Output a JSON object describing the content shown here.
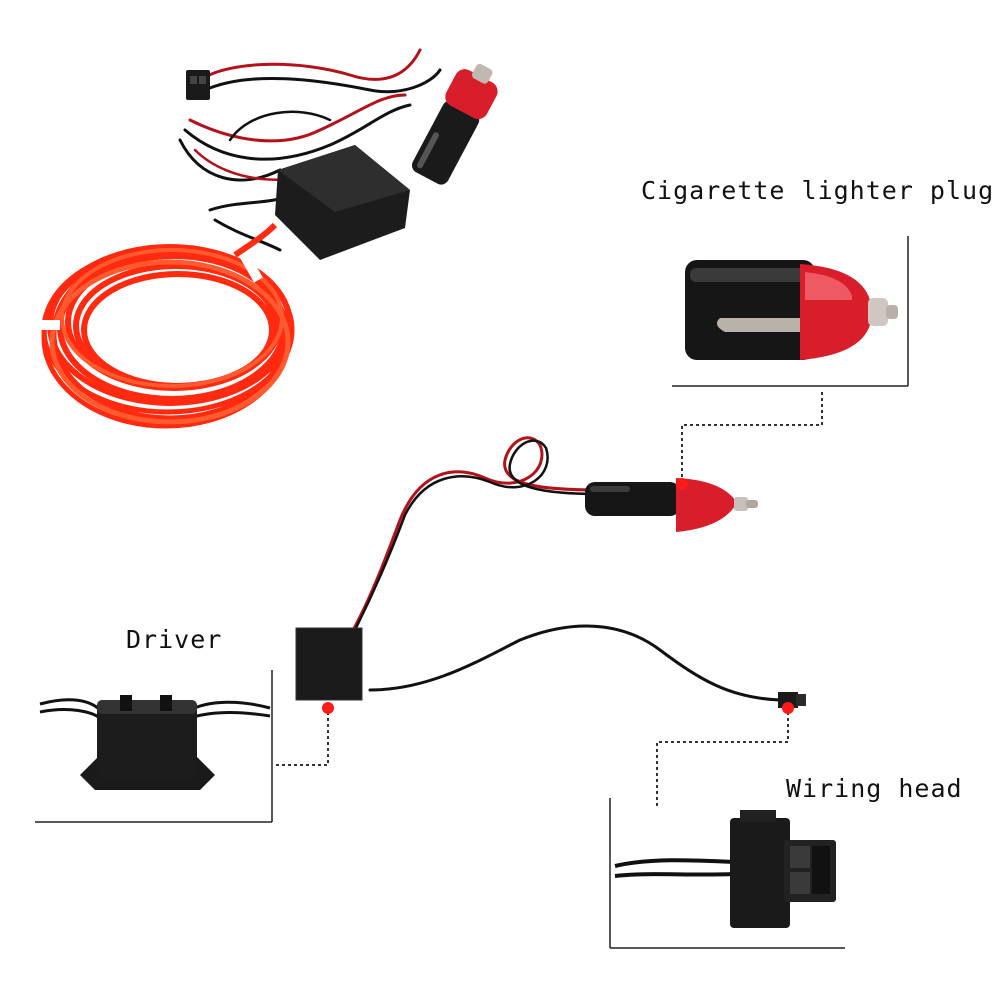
{
  "labels": {
    "cigarette_lighter_plug": "Cigarette lighter plug",
    "driver": "Driver",
    "wiring_head": "Wiring head"
  },
  "colors": {
    "el_wire": "#ff2a10",
    "plug_red": "#d81e2a",
    "plug_black": "#161616",
    "marker_red": "#ff1a1a",
    "wire_red": "#b3121b",
    "wire_black": "#111111"
  },
  "icons": {
    "product_photo": "el-wire-kit-photo",
    "plug_detail": "cigarette-lighter-plug-icon",
    "driver_detail": "driver-box-icon",
    "head_detail": "wiring-connector-icon"
  }
}
